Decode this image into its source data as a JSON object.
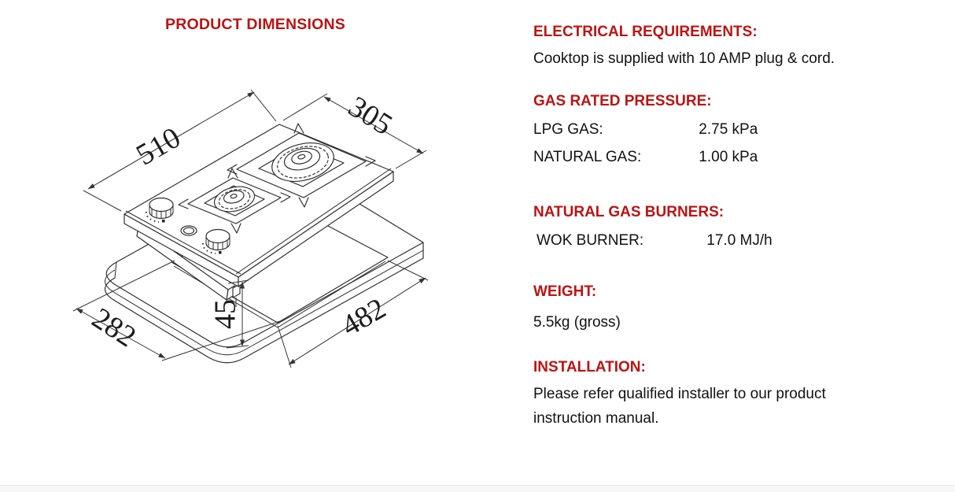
{
  "title": "PRODUCT DIMENSIONS",
  "drawing": {
    "dims": {
      "cooktop_length": "510",
      "cooktop_width": "305",
      "cutout_depth": "282",
      "cutout_height": "45",
      "cutout_width": "482"
    }
  },
  "specs": {
    "electrical": {
      "heading": "ELECTRICAL REQUIREMENTS:",
      "body": "Cooktop is supplied with 10 AMP plug & cord."
    },
    "gas_pressure": {
      "heading": "GAS RATED PRESSURE:",
      "rows": [
        {
          "label": "LPG GAS:",
          "value": "2.75 kPa"
        },
        {
          "label": "NATURAL GAS:",
          "value": "1.00 kPa"
        }
      ]
    },
    "burners": {
      "heading": "NATURAL GAS BURNERS:",
      "rows": [
        {
          "label": "WOK BURNER:",
          "value": "17.0 MJ/h"
        }
      ]
    },
    "weight": {
      "heading": "WEIGHT:",
      "body": "5.5kg (gross)"
    },
    "installation": {
      "heading": "INSTALLATION:",
      "body": "Please refer qualified installer to our product instruction manual."
    }
  },
  "colors": {
    "heading_red": "#be1313",
    "text_black": "#111111",
    "line_color": "#2b2b2b"
  }
}
